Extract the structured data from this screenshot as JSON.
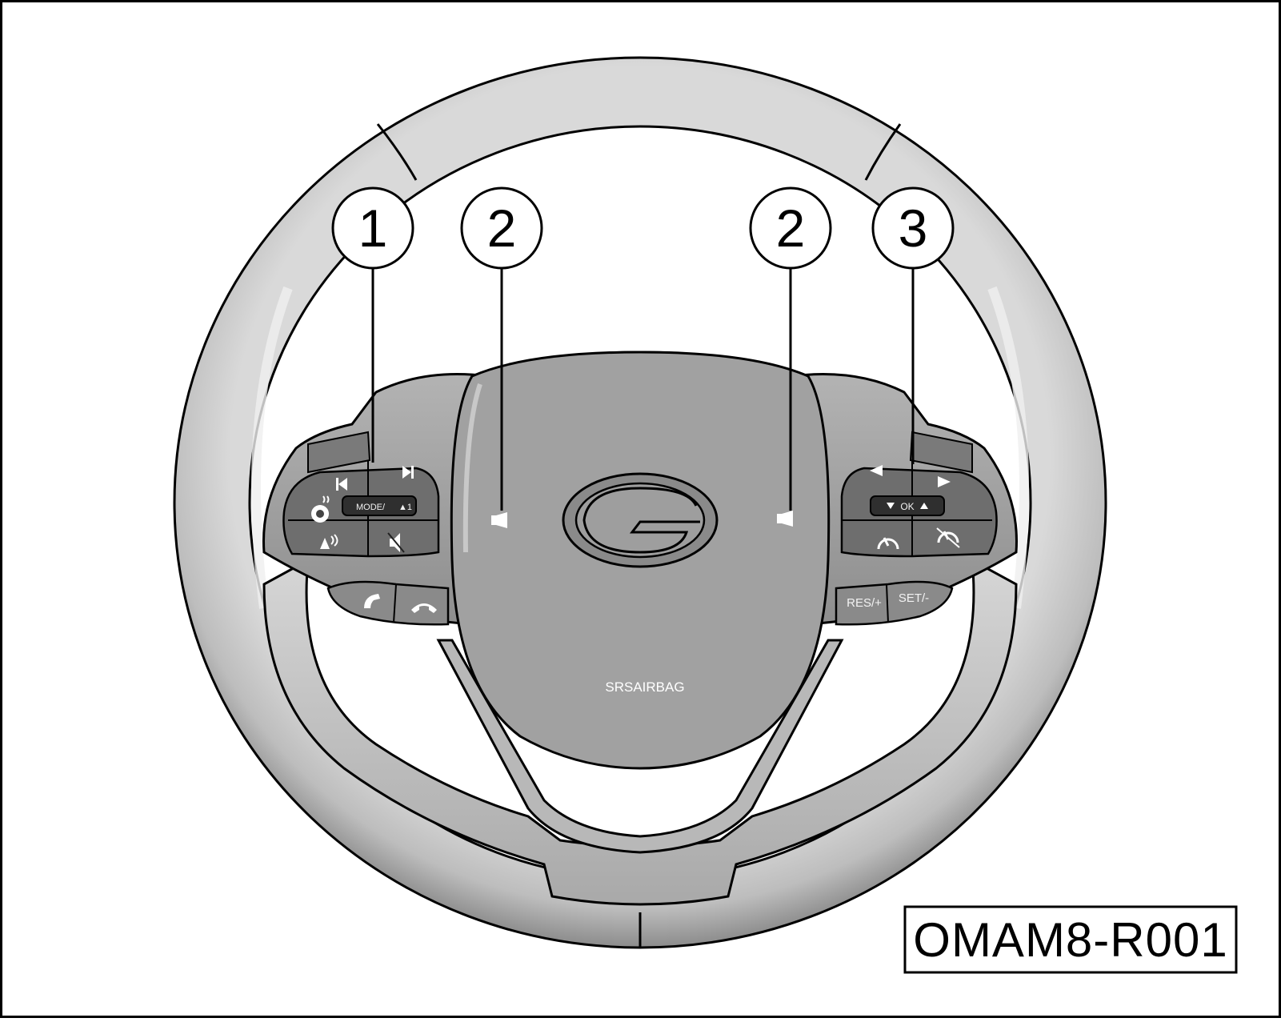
{
  "callouts": [
    {
      "number": "1"
    },
    {
      "number": "2"
    },
    {
      "number": "2"
    },
    {
      "number": "3"
    }
  ],
  "buttons": {
    "mode": "MODE/",
    "ok": "OK",
    "res": "RES/+",
    "set": "SET/-"
  },
  "airbag_label": "SRSAIRBAG",
  "figure_code": "OMAM8-R001",
  "icons": [
    "prev-track-icon",
    "next-track-icon",
    "voice-control-icon",
    "mute-icon",
    "steering-heat-icon",
    "phone-answer-icon",
    "phone-hangup-icon",
    "horn-icon",
    "left-arrow-icon",
    "right-arrow-icon",
    "cruise-control-icon",
    "cruise-off-icon",
    "brand-logo-icon"
  ],
  "colors": {
    "rim": "#c9c9c9",
    "rim_shadow": "#8f8f8f",
    "hub": "#a6a6a6",
    "pad": "#9b9b9b",
    "button": "#6f6f6f",
    "button_dark": "#3c3c3c",
    "outline": "#000000"
  }
}
